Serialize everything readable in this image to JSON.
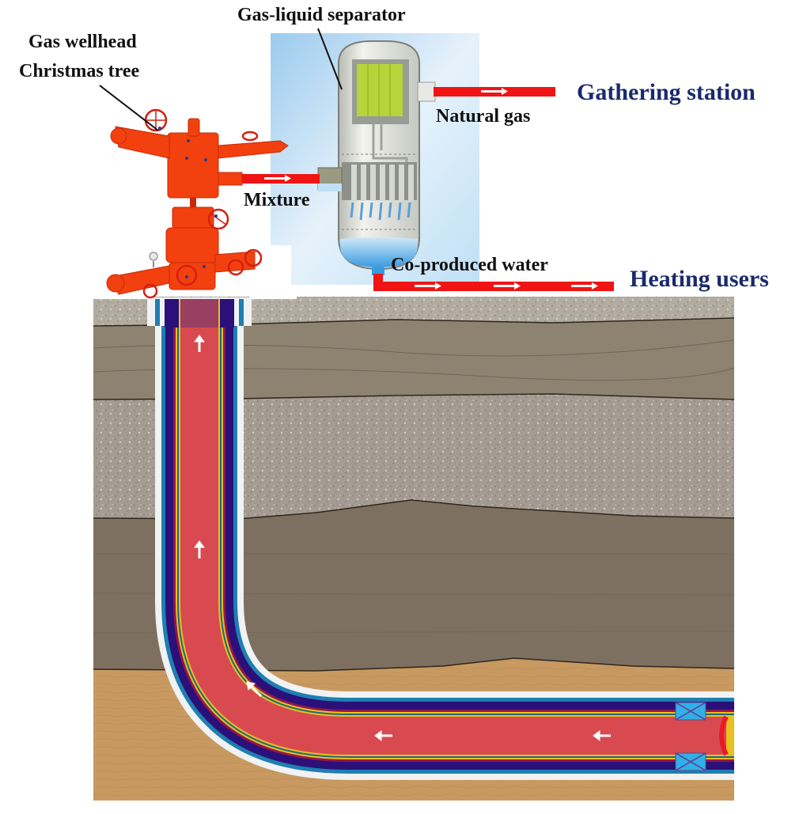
{
  "title": "Gas well co-produced water utilization schematic",
  "labels": {
    "wellhead_line1": "Gas wellhead",
    "wellhead_line2": "Christmas tree",
    "separator": "Gas-liquid separator",
    "natural_gas": "Natural gas",
    "mixture": "Mixture",
    "co_produced_water": "Co-produced water",
    "gathering_station": "Gathering station",
    "heating_users": "Heating users"
  },
  "colors": {
    "pipe_flow": "#f01414",
    "wellhead": "#f2400f",
    "destination_text": "#1a2a6c",
    "label_text": "#111111",
    "separator_bg": "#bcdcf2",
    "packer": "#2fb0e8",
    "fluid_hot": "#f5541c",
    "fluid_cool": "#a03a5a",
    "casing_dark": "#2a1078",
    "casing_blue": "#1f7fb0",
    "cement": "#f0f2f4",
    "strata": [
      "#b2aca0",
      "#8e8270",
      "#a49c92",
      "#7e7060",
      "#c89a62"
    ]
  },
  "flow_arrows": {
    "vertical_section": "up",
    "bend_section": "up-left",
    "horizontal_section": "left",
    "surface_lines": "right"
  },
  "components": [
    "gas-wellhead",
    "gas-liquid-separator",
    "vertical-wellbore",
    "horizontal-wellbore",
    "packers",
    "strata-layers"
  ]
}
